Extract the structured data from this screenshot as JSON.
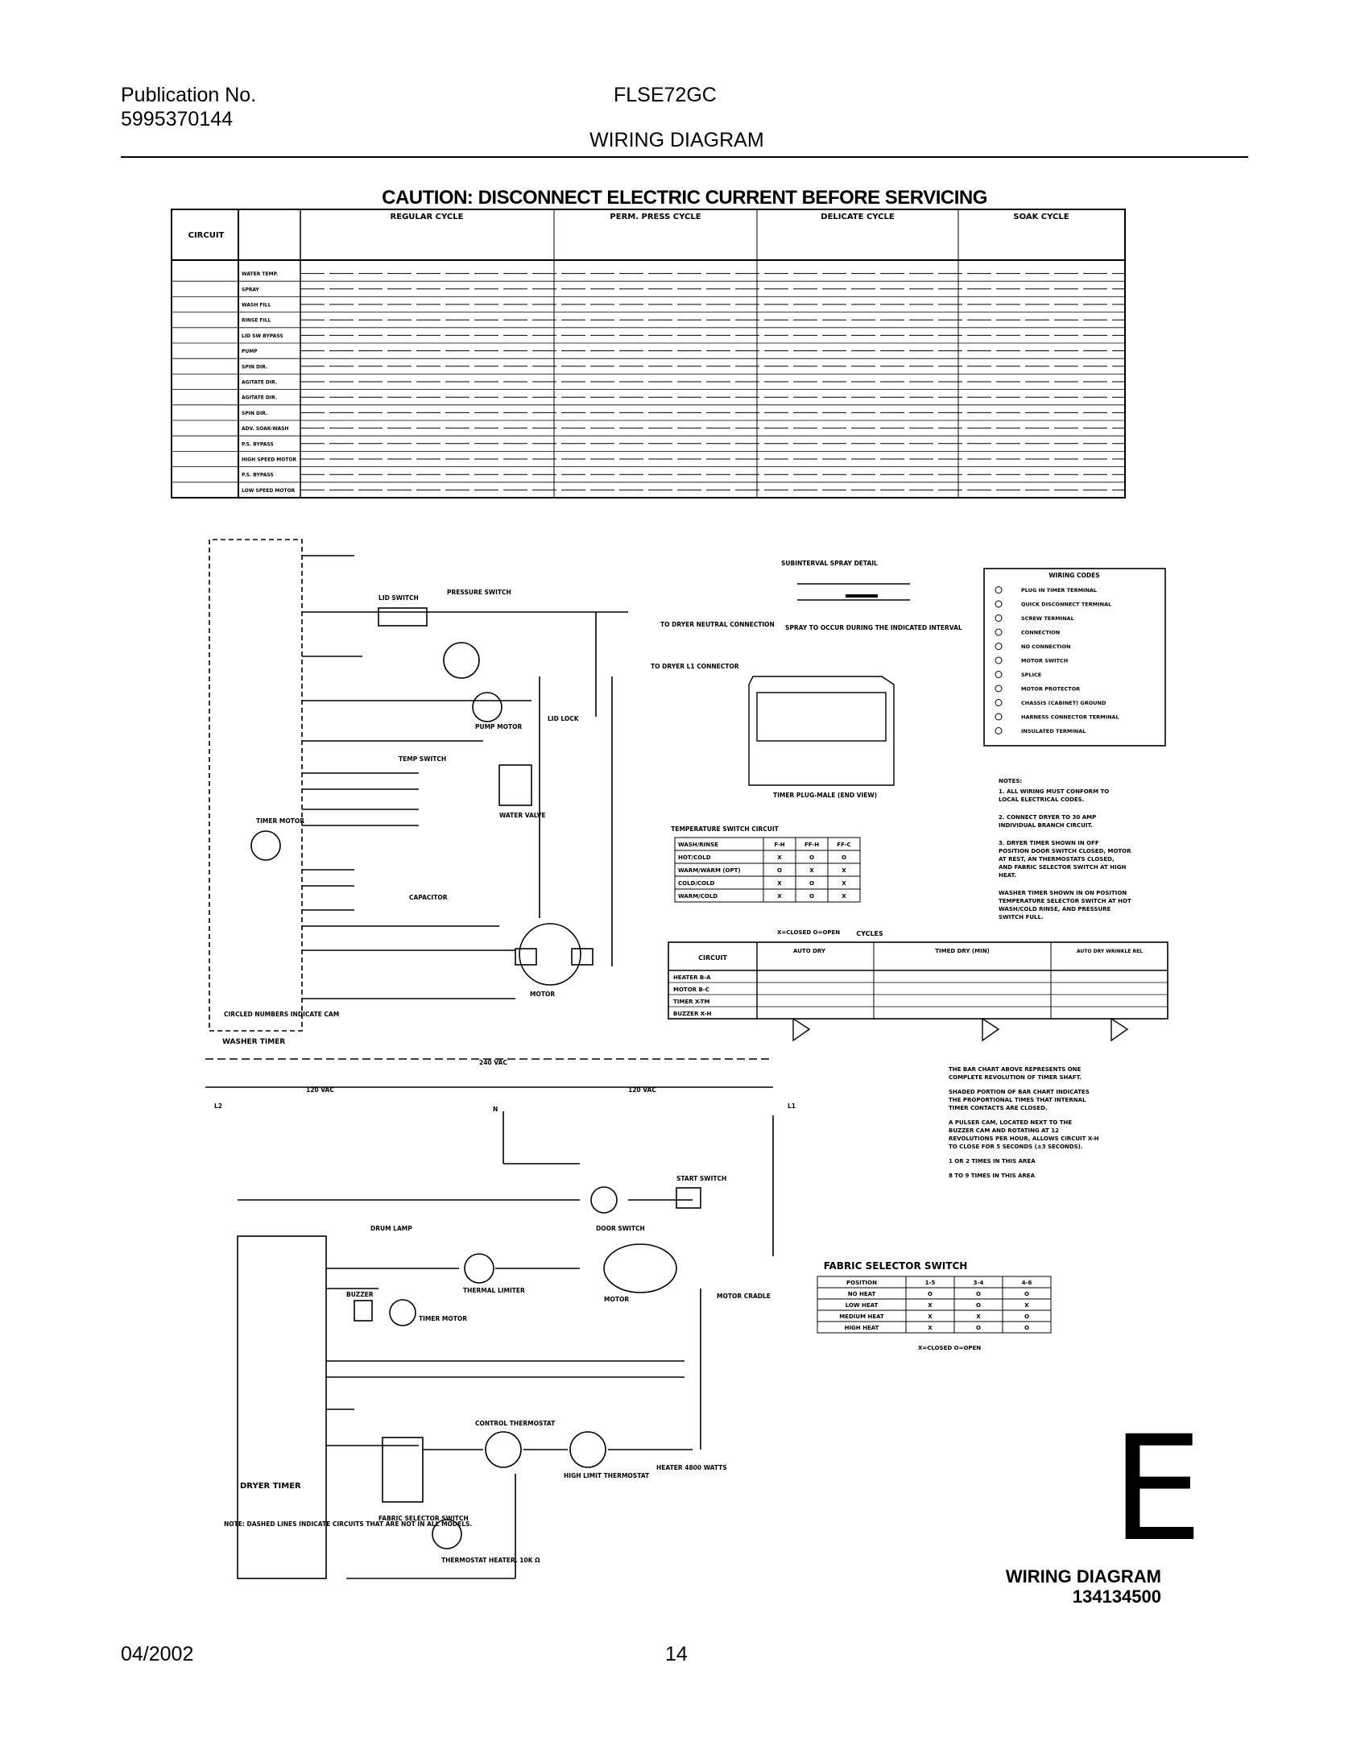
{
  "header": {
    "publication_label": "Publication No.",
    "publication_number": "5995370144",
    "model": "FLSE72GC",
    "title": "WIRING DIAGRAM"
  },
  "caution": "CAUTION: DISCONNECT ELECTRIC CURRENT BEFORE SERVICING",
  "cycle_chart": {
    "circuit_header": "CIRCUIT",
    "cycles": [
      "REGULAR CYCLE",
      "PERM. PRESS CYCLE",
      "DELICATE CYCLE",
      "SOAK CYCLE"
    ],
    "circuits": [
      "WATER TEMP.",
      "SPRAY",
      "WASH FILL",
      "RINSE FILL",
      "LID SW BYPASS",
      "PUMP",
      "SPIN DIR.",
      "AGITATE DIR.",
      "AGITATE DIR.",
      "SPIN DIR.",
      "ADV. SOAK-WASH",
      "P.S. BYPASS",
      "HIGH SPEED MOTOR",
      "P.S. BYPASS",
      "LOW SPEED MOTOR"
    ]
  },
  "washer": {
    "timer_label": "WASHER TIMER",
    "circled_note": "CIRCLED NUMBERS INDICATE CAM",
    "lid_switch": "LID SWITCH",
    "pressure_switch": "PRESSURE SWITCH",
    "pump_motor": "PUMP MOTOR",
    "lid_lock": "LID LOCK",
    "temp_switch": "TEMP SWITCH",
    "water_valve": "WATER VALVE",
    "timer_motor": "TIMER MOTOR",
    "capacitor": "CAPACITOR",
    "motor": "MOTOR",
    "to_dryer_neutral": "TO DRYER NEUTRAL CONNECTION",
    "to_dryer_l1": "TO DRYER L1 CONNECTOR"
  },
  "spray_detail": {
    "title": "SUBINTERVAL SPRAY DETAIL",
    "note": "SPRAY TO OCCUR DURING THE INDICATED INTERVAL",
    "plug_label": "TIMER PLUG-MALE (END VIEW)"
  },
  "wiring_codes": {
    "title": "WIRING CODES",
    "items": [
      "PLUG IN TIMER TERMINAL",
      "QUICK DISCONNECT TERMINAL",
      "SCREW TERMINAL",
      "CONNECTION",
      "NO CONNECTION",
      "MOTOR SWITCH",
      "SPLICE",
      "MOTOR PROTECTOR",
      "CHASSIS (CABINET) GROUND",
      "HARNESS CONNECTOR TERMINAL",
      "INSULATED TERMINAL"
    ]
  },
  "notes": {
    "title": "NOTES:",
    "items": [
      "1. ALL WIRING MUST CONFORM TO LOCAL ELECTRICAL CODES.",
      "2. CONNECT DRYER TO 30 AMP INDIVIDUAL BRANCH CIRCUIT.",
      "3. DRYER TIMER SHOWN IN OFF POSITION DOOR SWITCH CLOSED, MOTOR AT REST, AN THERMOSTATS CLOSED, AND FABRIC SELECTOR SWITCH AT HIGH HEAT.",
      "WASHER TIMER SHOWN IN ON POSITION TEMPERATURE SELECTOR SWITCH AT HOT WASH/COLD RINSE, AND PRESSURE SWITCH FULL."
    ]
  },
  "temp_switch_table": {
    "title": "TEMPERATURE SWITCH CIRCUIT",
    "columns": [
      "WASH/RINSE",
      "F-H",
      "FF-H",
      "FF-C"
    ],
    "rows": [
      [
        "HOT/COLD",
        "X",
        "O",
        "O"
      ],
      [
        "WARM/WARM (OPT)",
        "O",
        "X",
        "X"
      ],
      [
        "COLD/COLD",
        "X",
        "O",
        "X"
      ],
      [
        "WARM/COLD",
        "X",
        "O",
        "X"
      ]
    ],
    "legend": "X=CLOSED  O=OPEN"
  },
  "dryer_cycles": {
    "title": "CYCLES",
    "circuit_header": "CIRCUIT",
    "sections": [
      "AUTO DRY",
      "TIMED DRY (MIN)",
      "AUTO DRY WRINKLE REL"
    ],
    "rows": [
      "HEATER B-A",
      "MOTOR B-C",
      "TIMER X-TM",
      "BUZZER X-H"
    ]
  },
  "bar_chart_notes": [
    "THE BAR CHART ABOVE REPRESENTS ONE COMPLETE REVOLUTION OF TIMER SHAFT.",
    "SHADED PORTION OF BAR CHART INDICATES THE PROPORTIONAL TIMES THAT INTERNAL TIMER CONTACTS ARE CLOSED.",
    "A PULSER CAM, LOCATED NEXT TO THE BUZZER CAM AND ROTATING AT 12 REVOLUTIONS PER HOUR, ALLOWS CIRCUIT X-H TO CLOSE FOR 5 SECONDS (±3 SECONDS).",
    "1 OR 2 TIMES IN THIS AREA",
    "8 TO 9 TIMES IN THIS AREA"
  ],
  "dryer": {
    "v240": "240 VAC",
    "v120": "120 VAC",
    "l1": "L1",
    "l2": "L2",
    "n": "N",
    "timer_label": "DRYER TIMER",
    "drum_lamp": "DRUM LAMP",
    "door_switch": "DOOR SWITCH",
    "start_switch": "START SWITCH",
    "buzzer": "BUZZER",
    "timer_motor": "TIMER MOTOR",
    "thermal_limiter": "THERMAL LIMITER",
    "motor": "MOTOR",
    "motor_cradle": "MOTOR CRADLE",
    "control_thermostat": "CONTROL THERMOSTAT",
    "high_limit": "HIGH LIMIT THERMOSTAT",
    "heater": "HEATER 4800 WATTS",
    "fabric_selector": "FABRIC SELECTOR SWITCH",
    "thermostat_heater": "THERMOSTAT HEATER, 10K Ω",
    "dashed_note": "NOTE: DASHED LINES INDICATE CIRCUITS THAT ARE NOT IN ALL MODELS."
  },
  "fabric_table": {
    "title": "FABRIC SELECTOR SWITCH",
    "columns": [
      "POSITION",
      "1-5",
      "3-4",
      "4-6"
    ],
    "rows": [
      [
        "NO HEAT",
        "O",
        "O",
        "O"
      ],
      [
        "LOW HEAT",
        "X",
        "O",
        "X"
      ],
      [
        "MEDIUM HEAT",
        "X",
        "X",
        "O"
      ],
      [
        "HIGH HEAT",
        "X",
        "O",
        "O"
      ]
    ],
    "legend": "X=CLOSED   O=OPEN"
  },
  "diagram_id": {
    "letter": "E",
    "label": "WIRING DIAGRAM",
    "number": "134134500"
  },
  "footer": {
    "date": "04/2002",
    "page": "14"
  }
}
